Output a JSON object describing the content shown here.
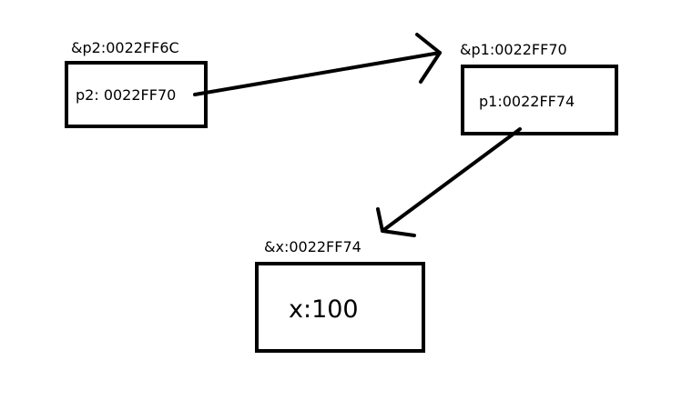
{
  "nodes": {
    "p2": {
      "address_label": "&p2:0022FF6C",
      "content": "p2: 0022FF70"
    },
    "p1": {
      "address_label": "&p1:0022FF70",
      "content": "p1:0022FF74"
    },
    "x": {
      "address_label": "&x:0022FF74",
      "content": "x:100"
    }
  },
  "edges": [
    {
      "from": "p2",
      "to": "p1"
    },
    {
      "from": "p1",
      "to": "x"
    }
  ],
  "colors": {
    "stroke": "#000000",
    "background": "#ffffff"
  }
}
